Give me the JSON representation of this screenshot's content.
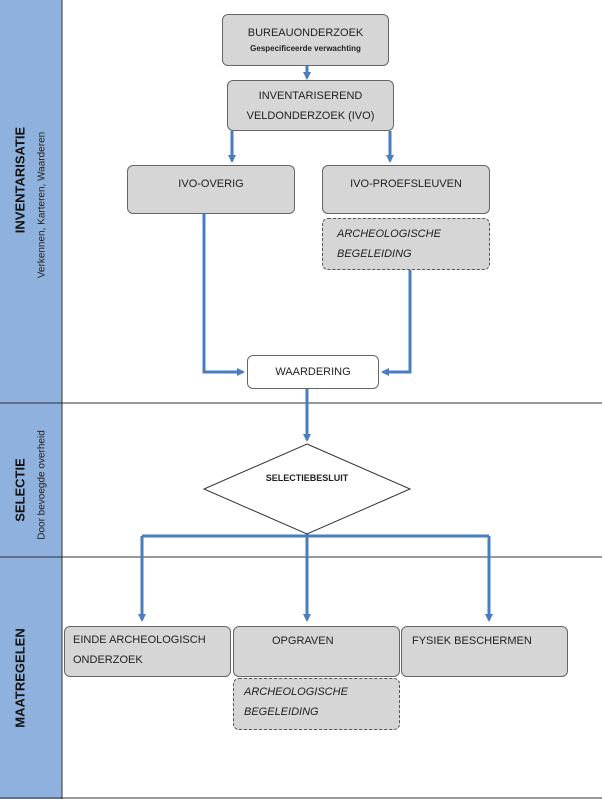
{
  "lanes": {
    "inventarisatie": {
      "title": "INVENTARISATIE",
      "subtitle": "Verkennen, Karteren, Waarderen"
    },
    "selectie": {
      "title": "SELECTIE",
      "subtitle": "Door bevoegde overheid"
    },
    "maatregelen": {
      "title": "MAATREGELEN"
    }
  },
  "nodes": {
    "bureauonderzoek": {
      "title": "BUREAUONDERZOEK",
      "subtitle": "Gespecificeerde verwachting"
    },
    "ivo": {
      "line1": "INVENTARISEREND",
      "line2": "VELDONDERZOEK (IVO)"
    },
    "ivo_overig": "IVO-OVERIG",
    "ivo_proefsleuven": "IVO-PROEFSLEUVEN",
    "arch_begeleiding_1": {
      "line1": "ARCHEOLOGISCHE",
      "line2": "BEGELEIDING"
    },
    "waardering": "WAARDERING",
    "selectiebesluit": "SELECTIEBESLUIT",
    "einde_onderzoek": {
      "line1": "EINDE ARCHEOLOGISCH",
      "line2": "ONDERZOEK"
    },
    "opgraven": "OPGRAVEN",
    "fysiek_beschermen": "FYSIEK BESCHERMEN",
    "arch_begeleiding_2": {
      "line1": "ARCHEOLOGISCHE",
      "line2": "BEGELEIDING"
    }
  },
  "colors": {
    "lane_band": "#8fb1dd",
    "arrow": "#4a7cc2",
    "node_fill": "#d6d6d6",
    "node_border": "#666666"
  }
}
